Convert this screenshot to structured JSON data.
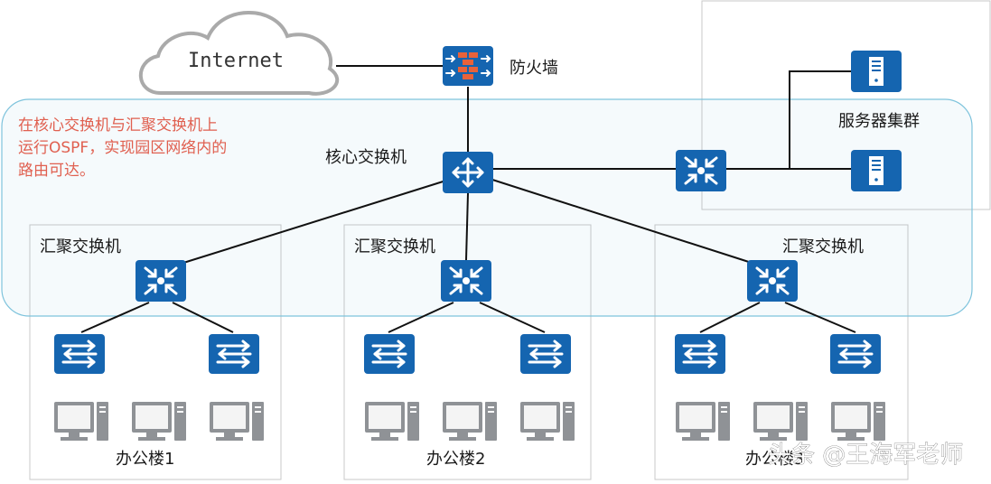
{
  "internet_label": "Internet",
  "firewall_label": "防火墙",
  "core_switch_label": "核心交换机",
  "server_cluster_label": "服务器集群",
  "note_lines": [
    "在核心交换机与汇聚交换机上",
    "运行OSPF，实现园区网络内的",
    "路由可达。"
  ],
  "aggregation_labels": [
    "汇聚交换机",
    "汇聚交换机",
    "汇聚交换机"
  ],
  "building_labels": [
    "办公楼1",
    "办公楼2",
    "办公楼3"
  ],
  "watermark": "头条 @王海军老师",
  "icon_color": "#1565b0",
  "note_color": "#e06050",
  "ospf_area_color": "#7ec3dc"
}
